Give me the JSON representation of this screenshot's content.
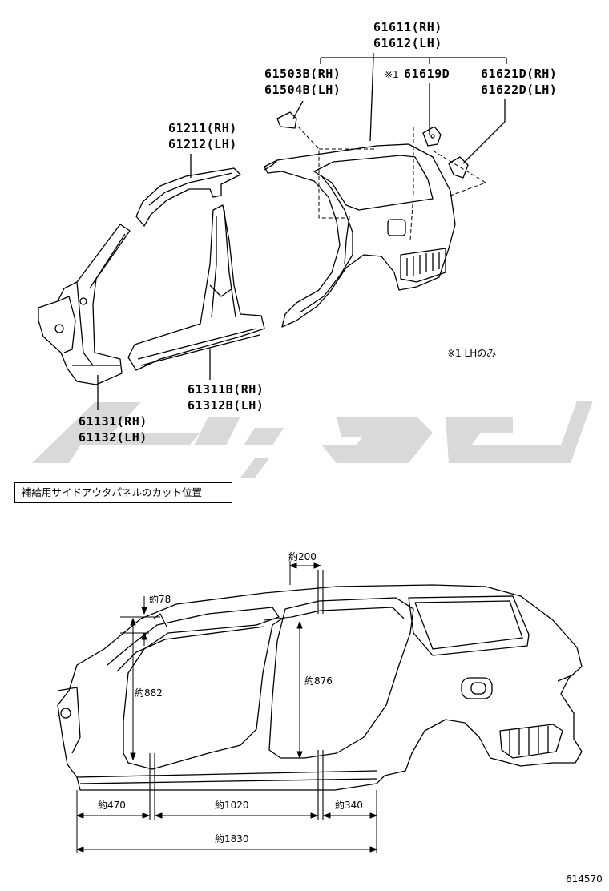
{
  "parts": {
    "quarter_panel": {
      "rh": "61611(RH)",
      "lh": "61612(LH)"
    },
    "rear_pillar_ext": {
      "rh": "61503B(RH)",
      "lh": "61504B(LH)"
    },
    "fuel_bracket": {
      "mark": "※1",
      "code": "61619D"
    },
    "roof_side_bracket": {
      "rh": "61621D(RH)",
      "lh": "61622D(LH)"
    },
    "roof_rail": {
      "rh": "61211(RH)",
      "lh": "61212(LH)"
    },
    "rocker": {
      "rh": "61311B(RH)",
      "lh": "61312B(LH)"
    },
    "front_pillar": {
      "rh": "61131(RH)",
      "lh": "61132(LH)"
    }
  },
  "note": "※1 LHのみ",
  "cut_section_title": "補給用サイドアウタパネルのカット位置",
  "dimensions": {
    "d200": "約200",
    "d78": "約78",
    "d882": "約882",
    "d876": "約876",
    "d470": "約470",
    "d1020": "約1020",
    "d340": "約340",
    "d1830": "約1830"
  },
  "figure_number": "614570",
  "watermark_color": "#d9d9d9"
}
